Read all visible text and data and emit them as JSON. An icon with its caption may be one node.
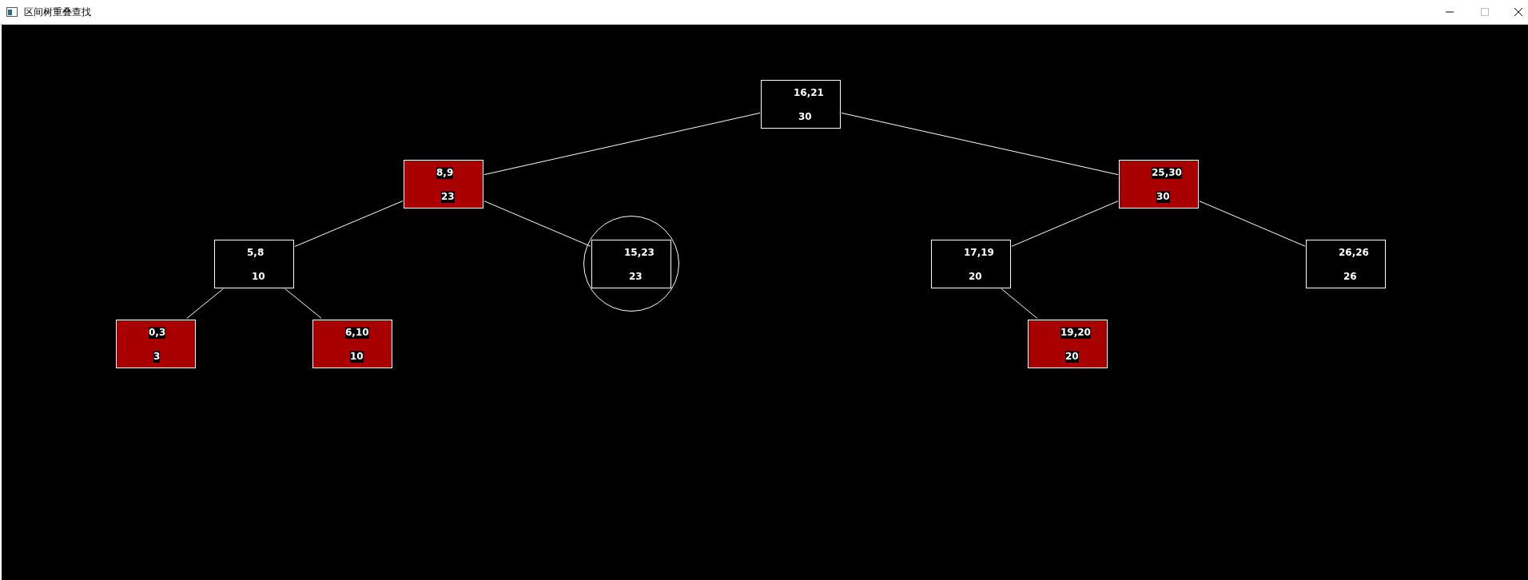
{
  "diagram": {
    "title": "区间树重叠查找",
    "nodes": [
      {
        "text": [
          "16,21",
          "30"
        ]
      },
      {
        "text": [
          "8,9",
          "23"
        ]
      },
      {
        "text": [
          "25,30",
          "30"
        ]
      },
      {
        "text": [
          "5,8",
          "10"
        ]
      },
      {
        "text": [],
        "shape": "circle"
      },
      {
        "text": [
          "15,23",
          "23"
        ],
        "in": 4
      },
      {
        "text": [
          "17,19",
          "20"
        ]
      },
      {
        "text": [
          "26,26",
          "26"
        ]
      },
      {
        "text": [
          "0,3",
          "3"
        ]
      },
      {
        "text": [
          "6,10",
          "10"
        ]
      },
      {
        "text": [
          "19,20",
          "20"
        ]
      }
    ],
    "edges": [
      {
        "from": 0,
        "to": 1,
        "arrow": "none"
      },
      {
        "from": 0,
        "to": 2,
        "arrow": "none"
      },
      {
        "from": 1,
        "to": 3,
        "arrow": "none"
      },
      {
        "from": 1,
        "to": 5,
        "arrow": "none"
      },
      {
        "from": 2,
        "to": 6,
        "arrow": "none"
      },
      {
        "from": 2,
        "to": 7,
        "arrow": "none"
      },
      {
        "from": 3,
        "to": 8,
        "arrow": "none"
      },
      {
        "from": 3,
        "to": 9,
        "arrow": "none"
      },
      {
        "from": 6,
        "to": 10,
        "arrow": "none"
      }
    ]
  }
}
